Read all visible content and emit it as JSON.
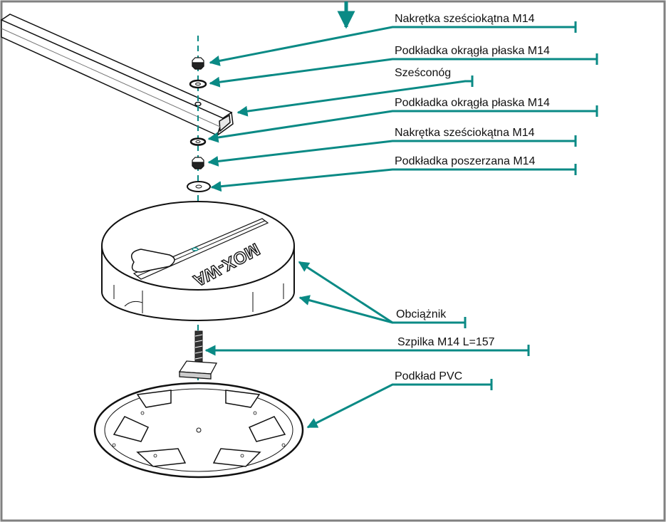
{
  "diagram": {
    "logo_text": "MOX-WA",
    "colors": {
      "leader": "#0a8a85",
      "frame": "#808080",
      "line": "#111111",
      "fill": "#ffffff"
    },
    "labels": [
      {
        "id": "nut-top",
        "text": "Nakrętka sześciokątna M14"
      },
      {
        "id": "washer-top",
        "text": "Podkładka okrągła płaska M14"
      },
      {
        "id": "pipe",
        "text": "Sześconóg"
      },
      {
        "id": "washer-mid",
        "text": "Podkładka okrągła płaska M14"
      },
      {
        "id": "nut-mid",
        "text": "Nakrętka sześciokątna M14"
      },
      {
        "id": "washer-wide",
        "text": "Podkładka poszerzana M14"
      },
      {
        "id": "weight",
        "text": "Obciążnik"
      },
      {
        "id": "pin",
        "text": "Szpilka M14 L=157"
      },
      {
        "id": "pad",
        "text": "Podkład PVC"
      }
    ]
  }
}
